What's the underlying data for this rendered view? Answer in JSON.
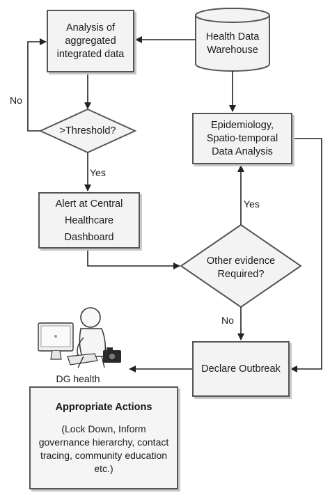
{
  "nodes": {
    "analysis": "Analysis of\naggregated\nintegrated data",
    "warehouse": "Health Data\nWarehouse",
    "threshold": ">Threshold?",
    "epidemiology": "Epidemiology,\nSpatio-temporal\nData Analysis",
    "alert": "Alert at Central\nHealthcare\nDashboard",
    "evidence": "Other evidence\nRequired?",
    "declare": "Declare Outbreak",
    "dg_health": "DG health"
  },
  "edges": {
    "no_left": "No",
    "yes_threshold": "Yes",
    "yes_evidence": "Yes",
    "no_evidence": "No"
  },
  "actions": {
    "title": "Appropriate Actions",
    "body": "(Lock Down, Inform governance hierarchy, contact tracing, community education etc.)"
  }
}
